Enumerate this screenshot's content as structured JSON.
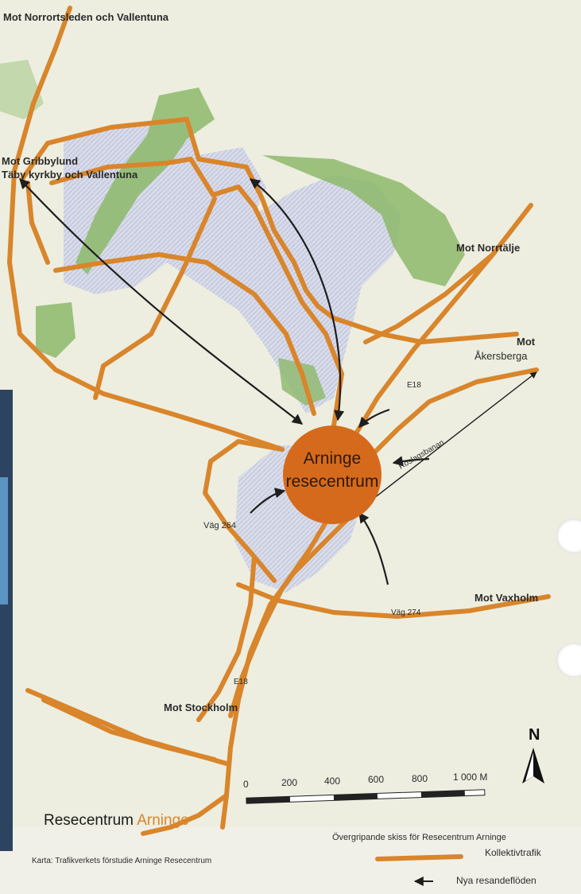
{
  "map_labels": {
    "top": "Mot Norrortsleden och Vallentuna",
    "gribby_1": "Mot Gribbylund",
    "gribby_2": "Täby kyrkby och Vallentuna",
    "norrtalje": "Mot Norrtälje",
    "akersberga_1": "Mot",
    "akersberga_2": "Åkersberga",
    "e18_north": "E18",
    "roslagsbanan": "Roslagsbanan",
    "vag264": "Väg 264",
    "vaxholm": "Mot Vaxholm",
    "vag274": "Väg 274",
    "e18_south": "E18",
    "stockholm": "Mot Stockholm",
    "hub_1": "Arninge",
    "hub_2": "resecentrum"
  },
  "scale": {
    "ticks": [
      "0",
      "200",
      "400",
      "600",
      "800",
      "1 000 M"
    ]
  },
  "north_arrow": "N",
  "title": {
    "prefix": "Resecentrum ",
    "name": "Arninge"
  },
  "credit": "Karta: Trafikverkets förstudie Arninge Resecentrum",
  "legend": {
    "heading": "Övergripande skiss för Resecentrum Arninge",
    "line_label": "Kollektivtrafik",
    "arrow_label": "Nya resandeflöden"
  },
  "colors": {
    "route": "#d9852b",
    "hub": "#d66a1c",
    "forest": "#8db86a",
    "urban": "#c9cde3",
    "arrow": "#1e1e1e"
  }
}
